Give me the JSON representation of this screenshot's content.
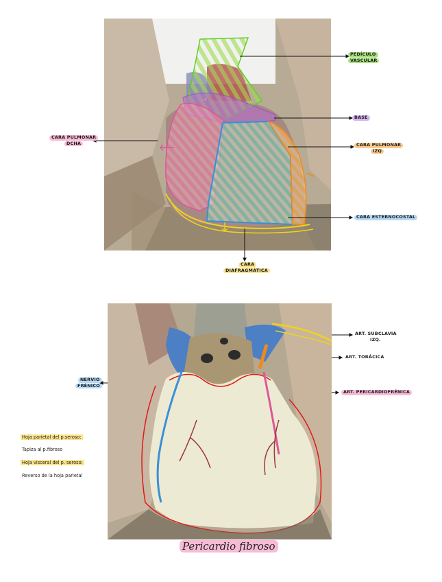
{
  "top_figure": {
    "labels": {
      "pediculo_line1": "PEDÍCULO",
      "pediculo_line2": "VASCULAR",
      "base": "BASE",
      "cara_pulmonar_dcha_line1": "CARA PULMONAR",
      "cara_pulmonar_dcha_line2": "DCHA",
      "cara_pulmonar_izq_line1": "CARA PULMONAR",
      "cara_pulmonar_izq_line2": "IZQ",
      "cara_esternocostal": "CARA ESTERNOCOSTAL",
      "cara_diafragmatica_line1": "CARA",
      "cara_diafragmatica_line2": "DIAFRAGMÁTICA"
    }
  },
  "bottom_figure": {
    "labels": {
      "art_subclavia_line1": "ART. SUBCLAVIA",
      "art_subclavia_line2": "IZQ.",
      "art_toracica": "ART. TORÁCICA",
      "nervio_frenico_line1": "NERVIO",
      "nervio_frenico_line2": "FRÉNICO",
      "art_pericardiofrenica": "ART. PERICARDIOFRÉNICA",
      "pericardio_fibroso": "Pericardio fibroso"
    },
    "notes": [
      "Hoja parietal del p.seroso:",
      "Tapiza al p.fibroso",
      "Hoja visceral del p. seroso:",
      "Reverso de la hoja parietal"
    ]
  },
  "colors": {
    "green": "#6fcf3a",
    "yellow": "#f2d21b",
    "pink": "#e0559a",
    "orange": "#f08a1c",
    "blue": "#3a8fd8",
    "purple": "#9b3fd6",
    "red": "#e01818"
  }
}
